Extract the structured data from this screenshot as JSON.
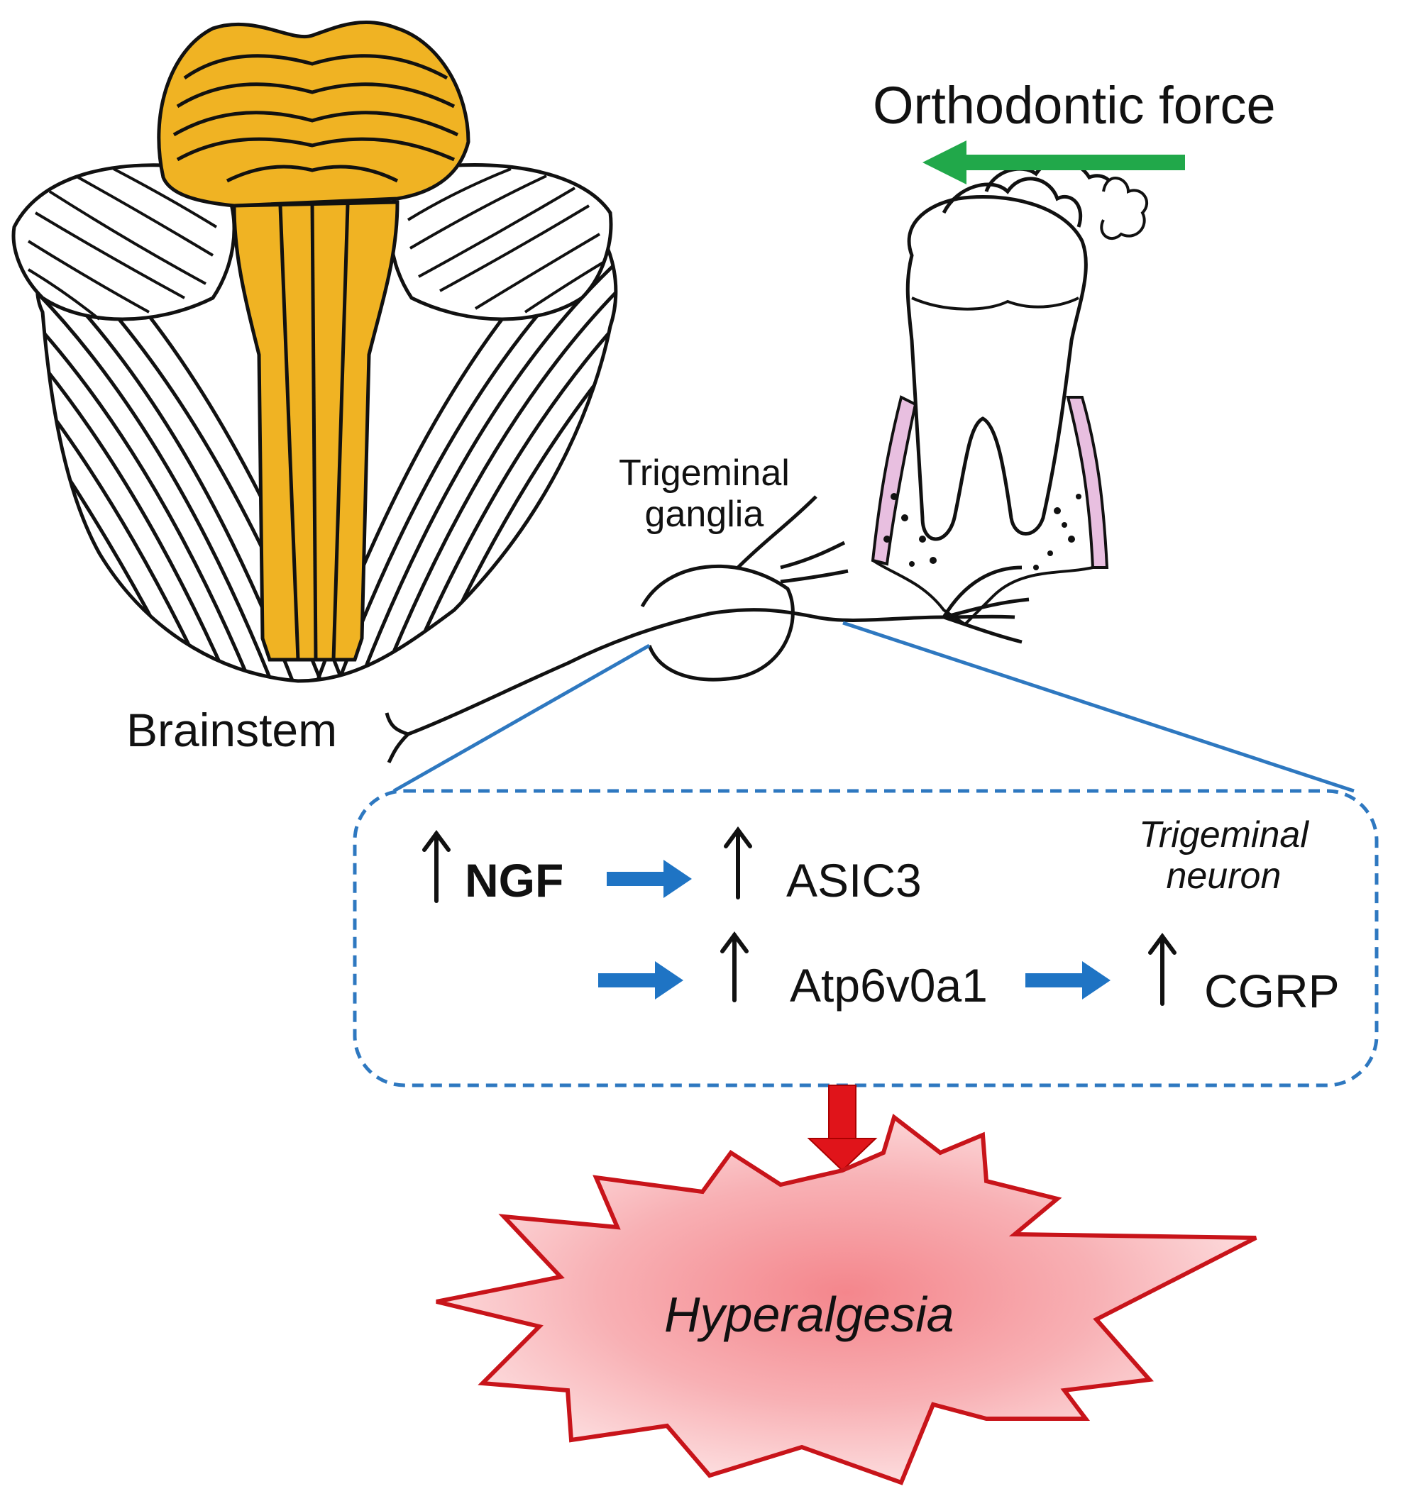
{
  "labels": {
    "force": "Orthodontic force",
    "ganglia_line1": "Trigeminal",
    "ganglia_line2": "ganglia",
    "brainstem": "Brainstem",
    "neuron_line1": "Trigeminal",
    "neuron_line2": "neuron",
    "ngf": "NGF",
    "asic3": "ASIC3",
    "atp6v0a1": "Atp6v0a1",
    "cgrp": "CGRP",
    "outcome": "Hyperalgesia"
  },
  "colors": {
    "brainstem_fill": "#f0b323",
    "force_arrow": "#21a84a",
    "flow_arrow": "#1f74c4",
    "box_border": "#2e78c0",
    "outcome_arrow": "#e0141a",
    "starburst_outline": "#c8141a",
    "starburst_center": "#f4868c",
    "starburst_edge": "#fde2e3",
    "gum": "#e8bfe0"
  },
  "icons": [
    "brainstem-cerebellum-illustration",
    "tooth-molar-illustration",
    "trigeminal-ganglion-nerve",
    "up-arrow-icon",
    "right-arrow-icon",
    "down-arrow-icon",
    "starburst-shape"
  ]
}
